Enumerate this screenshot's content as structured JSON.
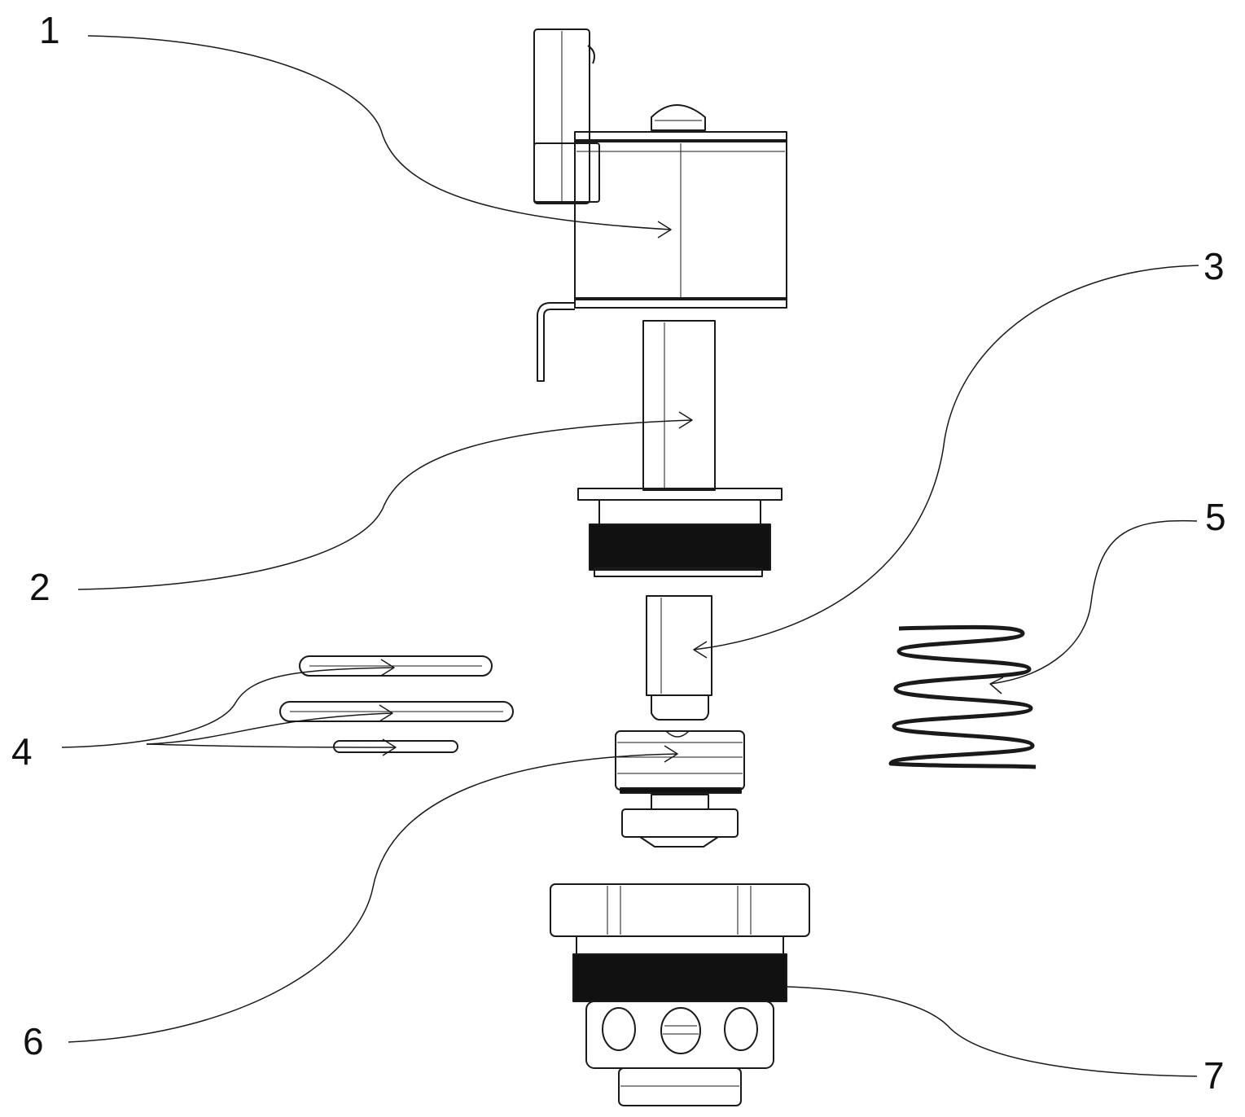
{
  "labels": [
    "1",
    "2",
    "3",
    "4",
    "5",
    "6",
    "7"
  ],
  "parts": {
    "coil": "1",
    "sleeve": "2",
    "plunger": "3",
    "seals": "4",
    "spring": "5",
    "valve_core": "6",
    "valve_body": "7"
  },
  "colors": {
    "line": "#1a1a1a",
    "background": "#ffffff"
  }
}
